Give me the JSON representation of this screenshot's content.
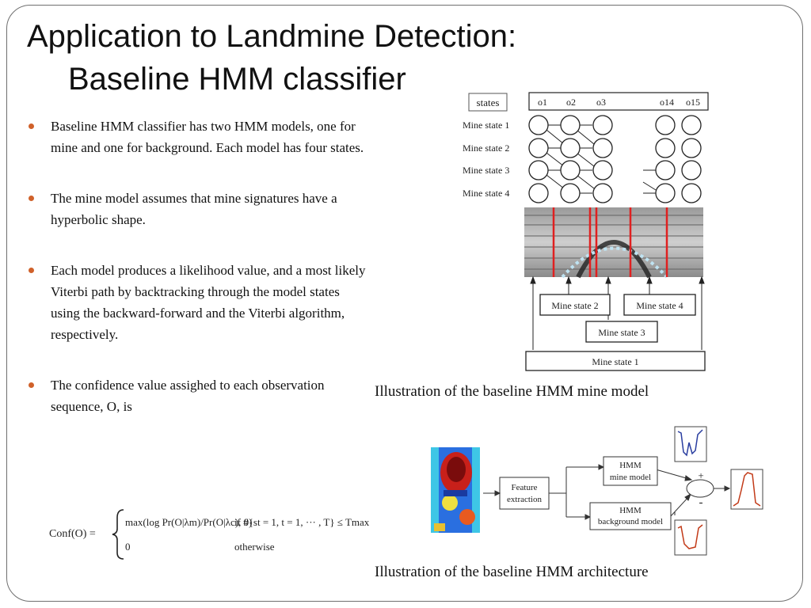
{
  "slide": {
    "title_line1": "Application to Landmine Detection:",
    "title_line2": "Baseline HMM classifier",
    "bullets": [
      "Baseline HMM classifier has two HMM models, one for mine and one for background. Each model has four states.",
      "The mine model assumes that mine signatures have a hyperbolic shape.",
      "Each model produces a likelihood value, and a most likely Viterbi path by backtracking through the model states using the backward-forward and the Viterbi algorithm, respectively.",
      "The confidence value assighed to each observation sequence,  O, is"
    ],
    "accent_color": "#d0612a"
  },
  "formula": {
    "lhs": "Conf(O) =",
    "case1_expr": "max(log Pr(O|λm)/Pr(O|λc), 0)",
    "case1_cond": "if #{st = 1, t = 1, ··· , T} ≤ Tmax",
    "case2_expr": "0",
    "case2_cond": "otherwise"
  },
  "mine_model_figure": {
    "states_label": "states",
    "observations": [
      "o1",
      "o2",
      "o3",
      "o14",
      "o15"
    ],
    "row_labels": [
      "Mine state 1",
      "Mine state 2",
      "Mine state 3",
      "Mine state 4"
    ],
    "box_labels": {
      "state2": "Mine state 2",
      "state4": "Mine state 4",
      "state3": "Mine state 3",
      "state1": "Mine state 1"
    },
    "caption": "Illustration of the baseline HMM mine model"
  },
  "architecture_figure": {
    "feature_box": "Feature extraction",
    "mine_box": "HMM mine model",
    "background_box": "HMM background model",
    "plus": "+",
    "minus": "-",
    "caption": "Illustration of the baseline HMM architecture"
  }
}
